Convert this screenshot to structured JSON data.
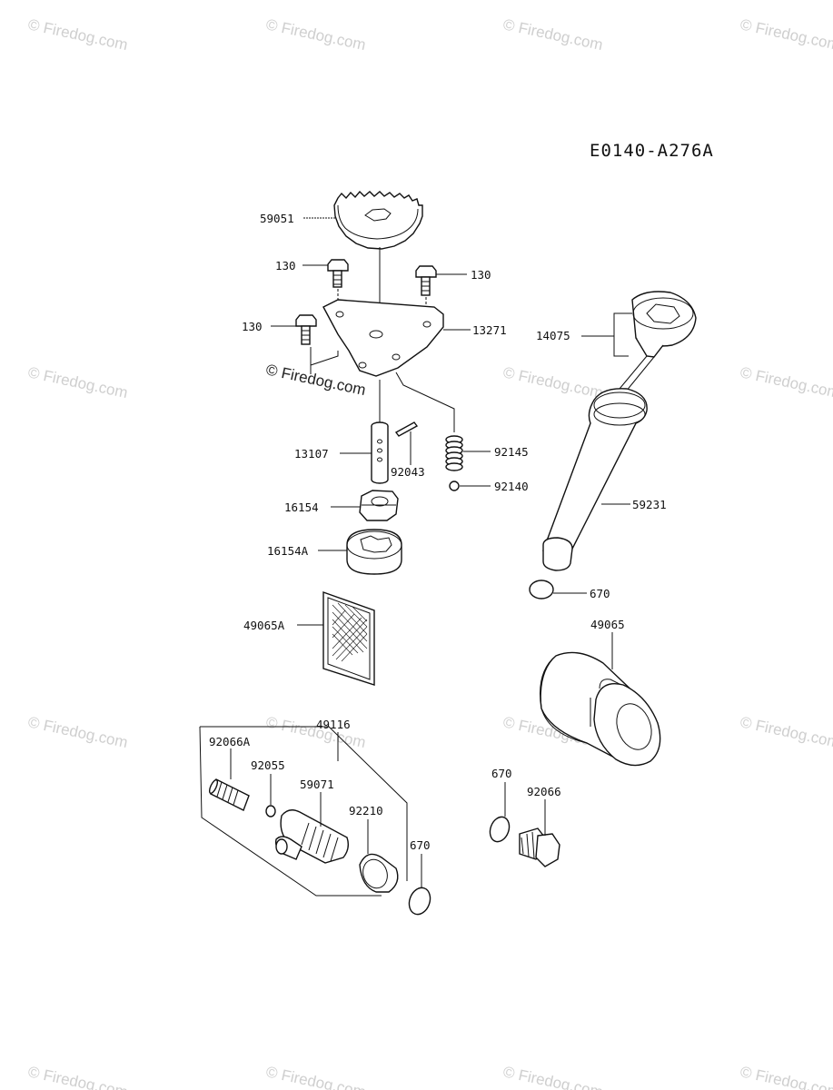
{
  "diagram_code": "E0140-A276A",
  "watermark": "© Firedog.com",
  "watermark_center": "© Firedog.com",
  "labels": {
    "p59051": "59051",
    "p130a": "130",
    "p130b": "130",
    "p130c": "130",
    "p13271": "13271",
    "p14075": "14075",
    "p13107": "13107",
    "p92043": "92043",
    "p92145": "92145",
    "p92140": "92140",
    "p59231": "59231",
    "p16154": "16154",
    "p16154A": "16154A",
    "p670a": "670",
    "p49065": "49065",
    "p49065A": "49065A",
    "p49116": "49116",
    "p92066A": "92066A",
    "p92055": "92055",
    "p59071": "59071",
    "p92210": "92210",
    "p670b": "670",
    "p670c": "670",
    "p92066": "92066"
  }
}
